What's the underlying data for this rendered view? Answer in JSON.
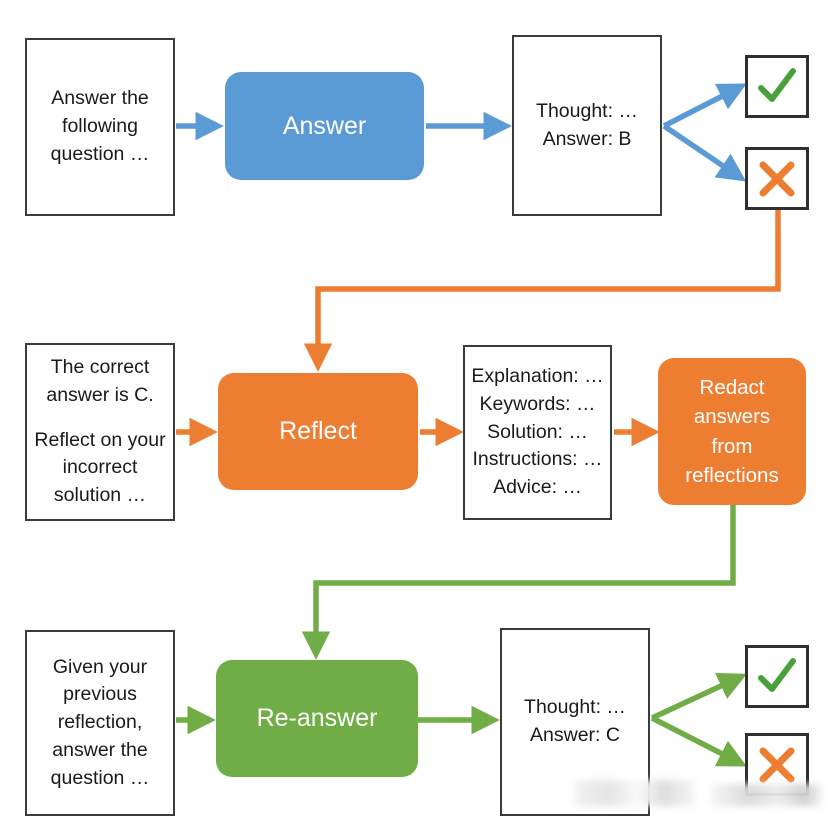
{
  "diagram": {
    "title": "Reflexion-style answer / reflect / re-answer pipeline",
    "colors": {
      "blue": "#5B9BD5",
      "orange": "#ED7D31",
      "green": "#70AD47",
      "box_border": "#3B3B3B",
      "text": "#1A1A1A",
      "node_text": "#FFFFFF"
    },
    "rows": {
      "row1": {
        "prompt_box": {
          "lines": [
            "Answer the",
            "following",
            "question …"
          ]
        },
        "process": {
          "label": "Answer"
        },
        "output_box": {
          "lines": [
            "Thought: …",
            "Answer: B"
          ]
        },
        "verdicts": [
          {
            "name": "correct",
            "icon": "check-icon",
            "color": "#70AD47"
          },
          {
            "name": "incorrect",
            "icon": "cross-icon",
            "color": "#ED7D31"
          }
        ]
      },
      "row2": {
        "prompt_box": {
          "lines": [
            "The correct",
            "answer is C."
          ],
          "lines2": [
            "Reflect on your",
            "incorrect",
            "solution …"
          ]
        },
        "process": {
          "label": "Reflect"
        },
        "output_box": {
          "lines": [
            "Explanation: …",
            "Keywords: …",
            "Solution: …",
            "Instructions: …",
            "Advice: …"
          ]
        },
        "redact": {
          "lines": [
            "Redact",
            "answers",
            "from",
            "reflections"
          ]
        }
      },
      "row3": {
        "prompt_box": {
          "lines": [
            "Given your",
            "previous",
            "reflection,",
            "answer the",
            "question …"
          ]
        },
        "process": {
          "label": "Re-answer"
        },
        "output_box": {
          "lines": [
            "Thought: …",
            "Answer: C"
          ]
        },
        "verdicts": [
          {
            "name": "correct",
            "icon": "check-icon",
            "color": "#70AD47"
          },
          {
            "name": "incorrect",
            "icon": "cross-icon",
            "color": "#ED7D31"
          }
        ]
      }
    }
  }
}
